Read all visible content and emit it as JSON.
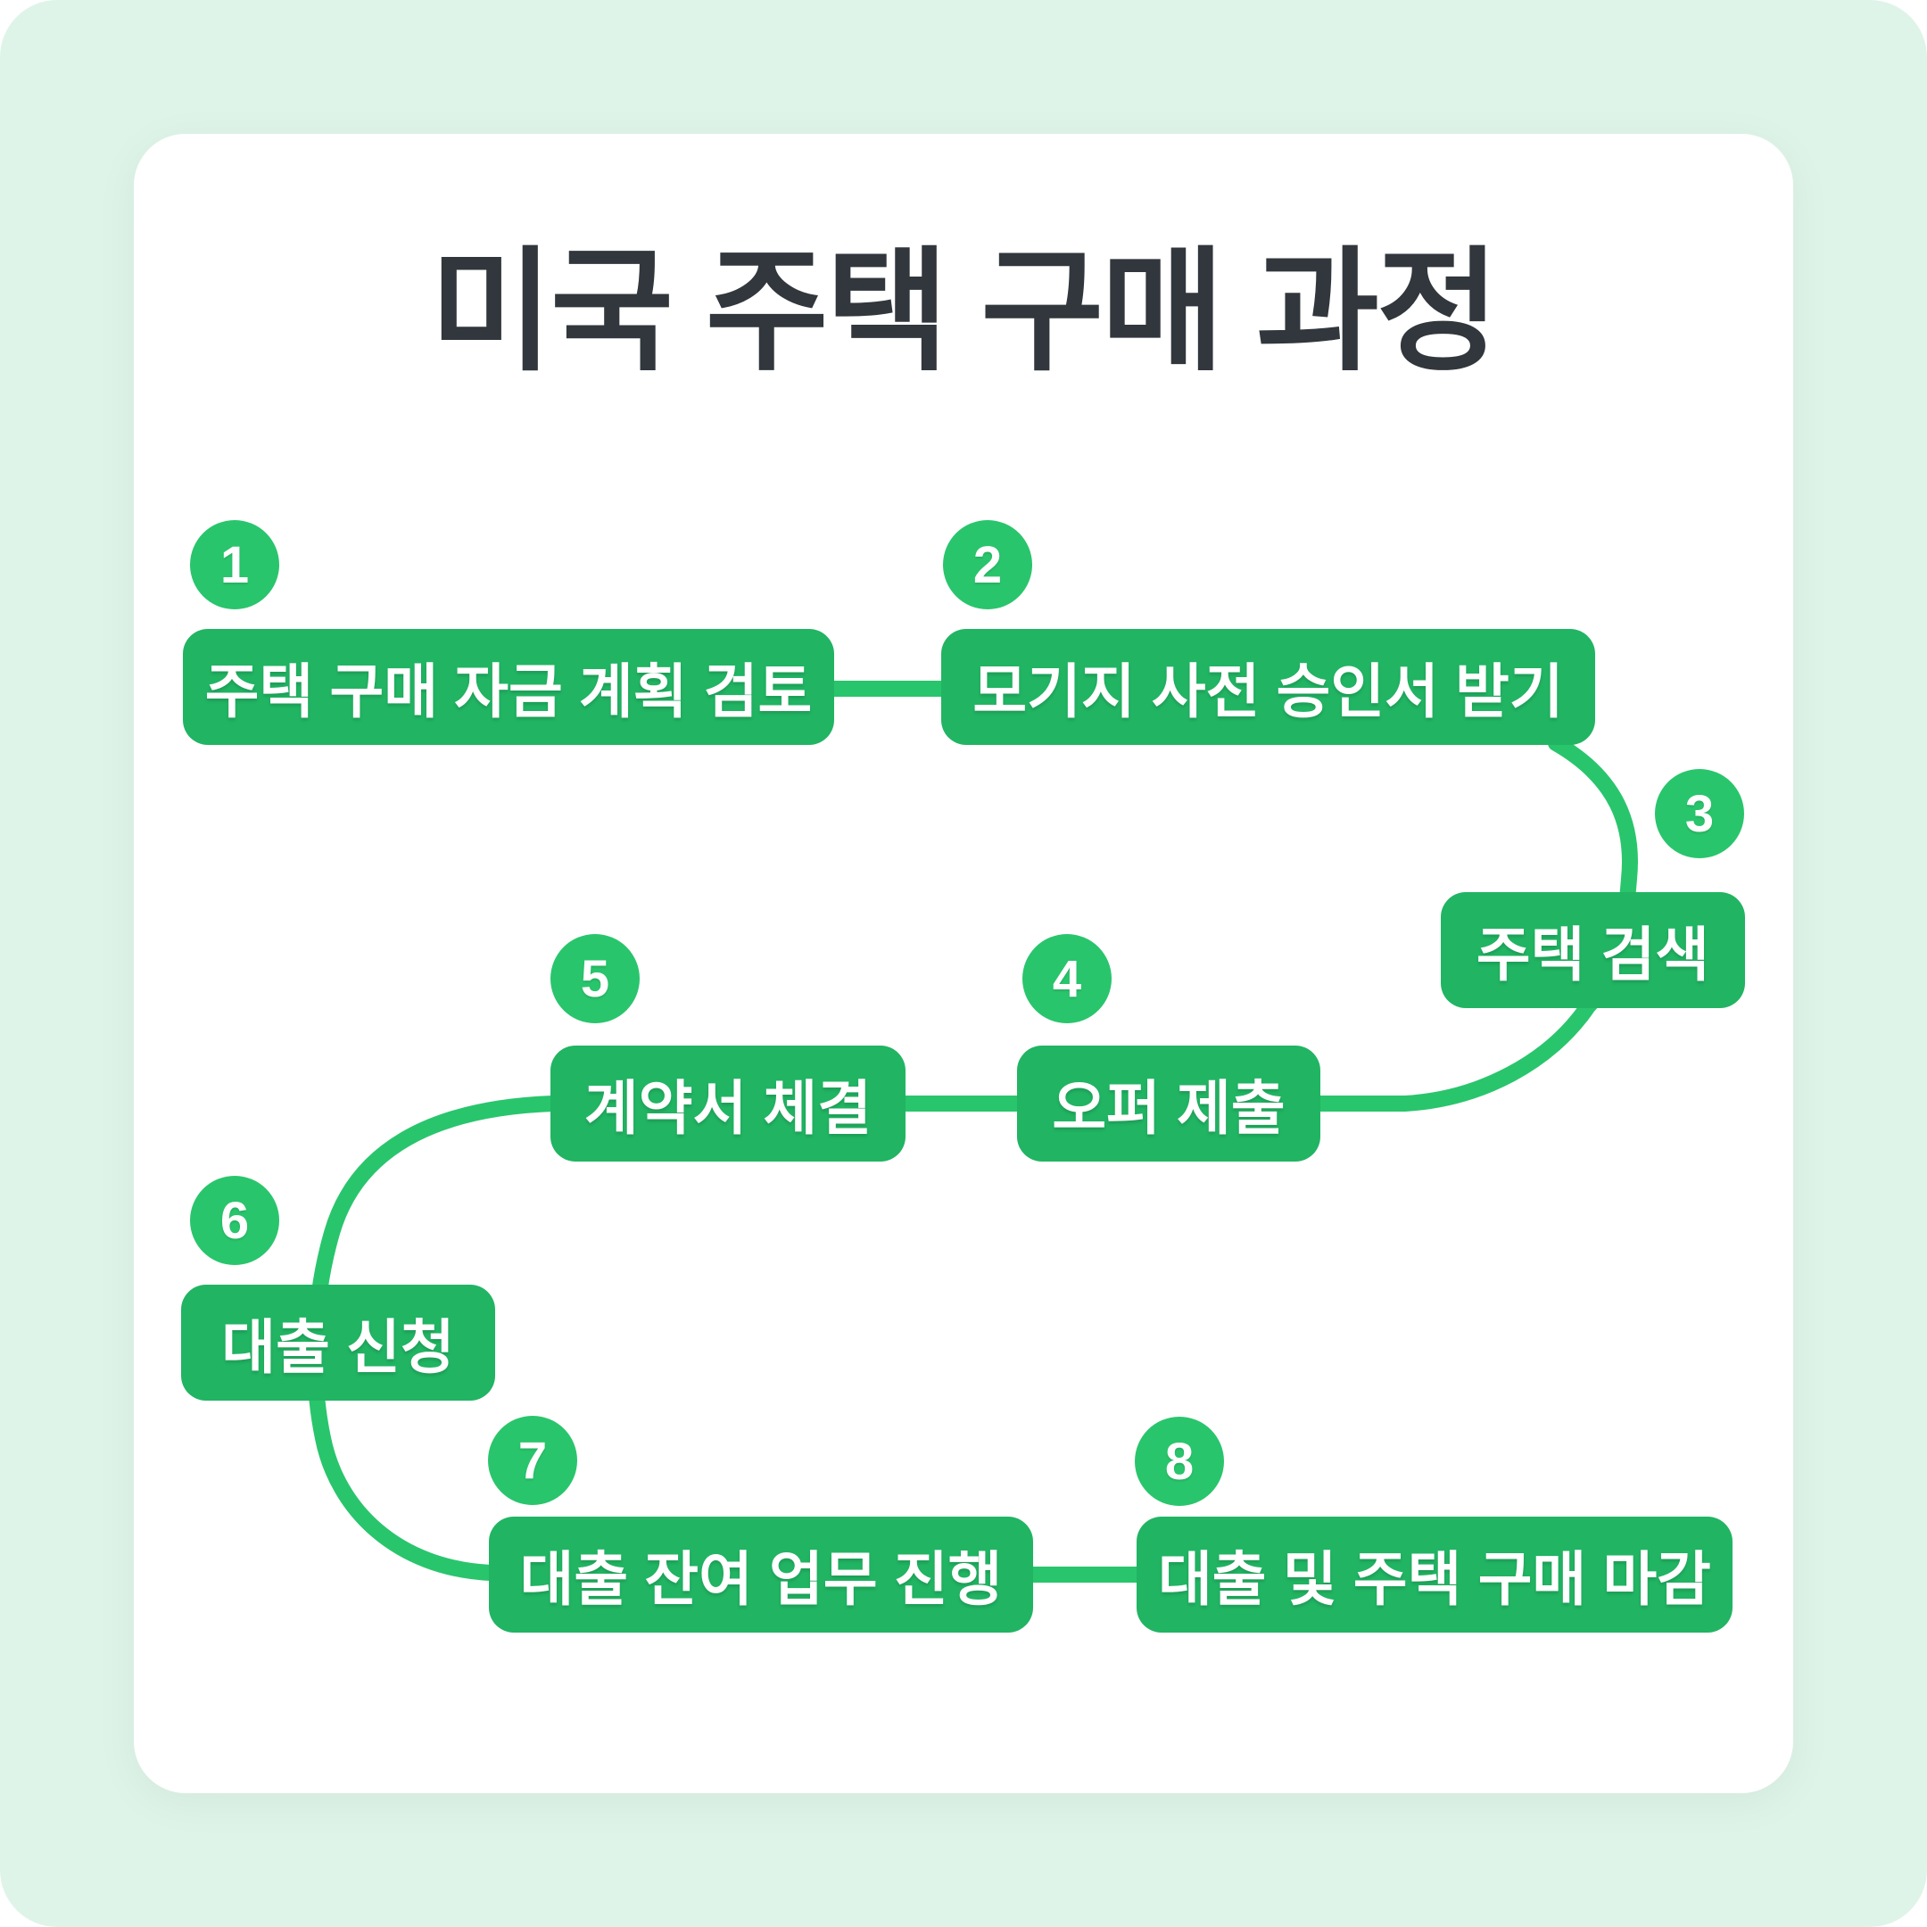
{
  "page": {
    "title": "미국 주택 구매 과정"
  },
  "colors": {
    "outer_background_mint": "#dff4e9",
    "card_background": "#ffffff",
    "step_box_green": "#21b463",
    "connector_line_green": "#29c56c",
    "badge_green": "#29c56c",
    "title_text": "#31373c",
    "step_text": "#ffffff"
  },
  "steps": [
    {
      "number": "1",
      "label": "주택 구매 자금 계획 검토"
    },
    {
      "number": "2",
      "label": "모기지 사전 승인서 받기"
    },
    {
      "number": "3",
      "label": "주택 검색"
    },
    {
      "number": "4",
      "label": "오퍼 제출"
    },
    {
      "number": "5",
      "label": "계약서 체결"
    },
    {
      "number": "6",
      "label": "대출 신청"
    },
    {
      "number": "7",
      "label": "대출 잔여 업무 진행"
    },
    {
      "number": "8",
      "label": "대출 및 주택 구매 마감"
    }
  ]
}
